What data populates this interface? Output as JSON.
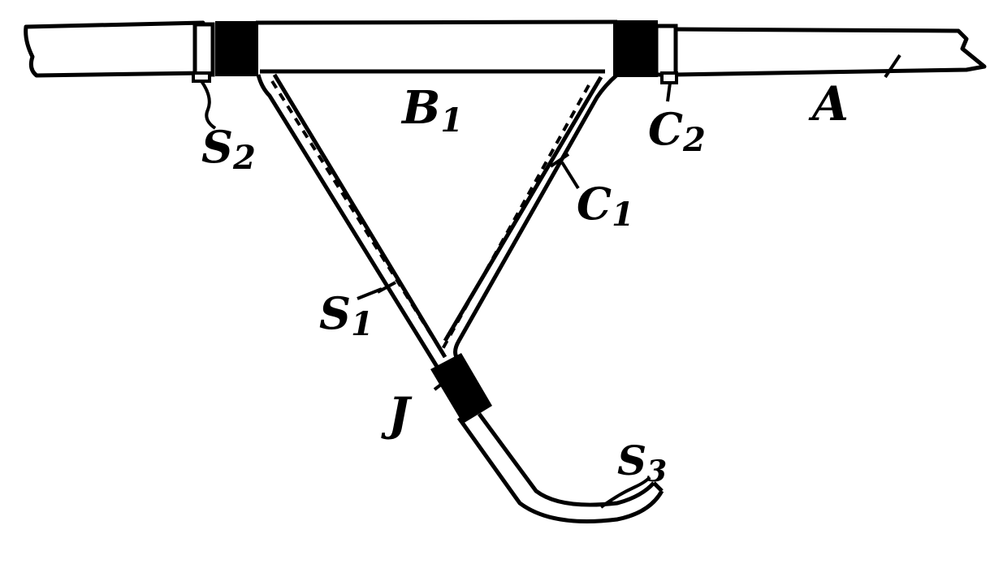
{
  "labels": {
    "A": "A",
    "B1": "B",
    "B1_sub": "1",
    "C1": "C",
    "C1_sub": "1",
    "C2": "C",
    "C2_sub": "2",
    "S1": "S",
    "S1_sub": "1",
    "S2": "S",
    "S2_sub": "2",
    "S3": "S",
    "S3_sub": "3",
    "J": "J"
  }
}
